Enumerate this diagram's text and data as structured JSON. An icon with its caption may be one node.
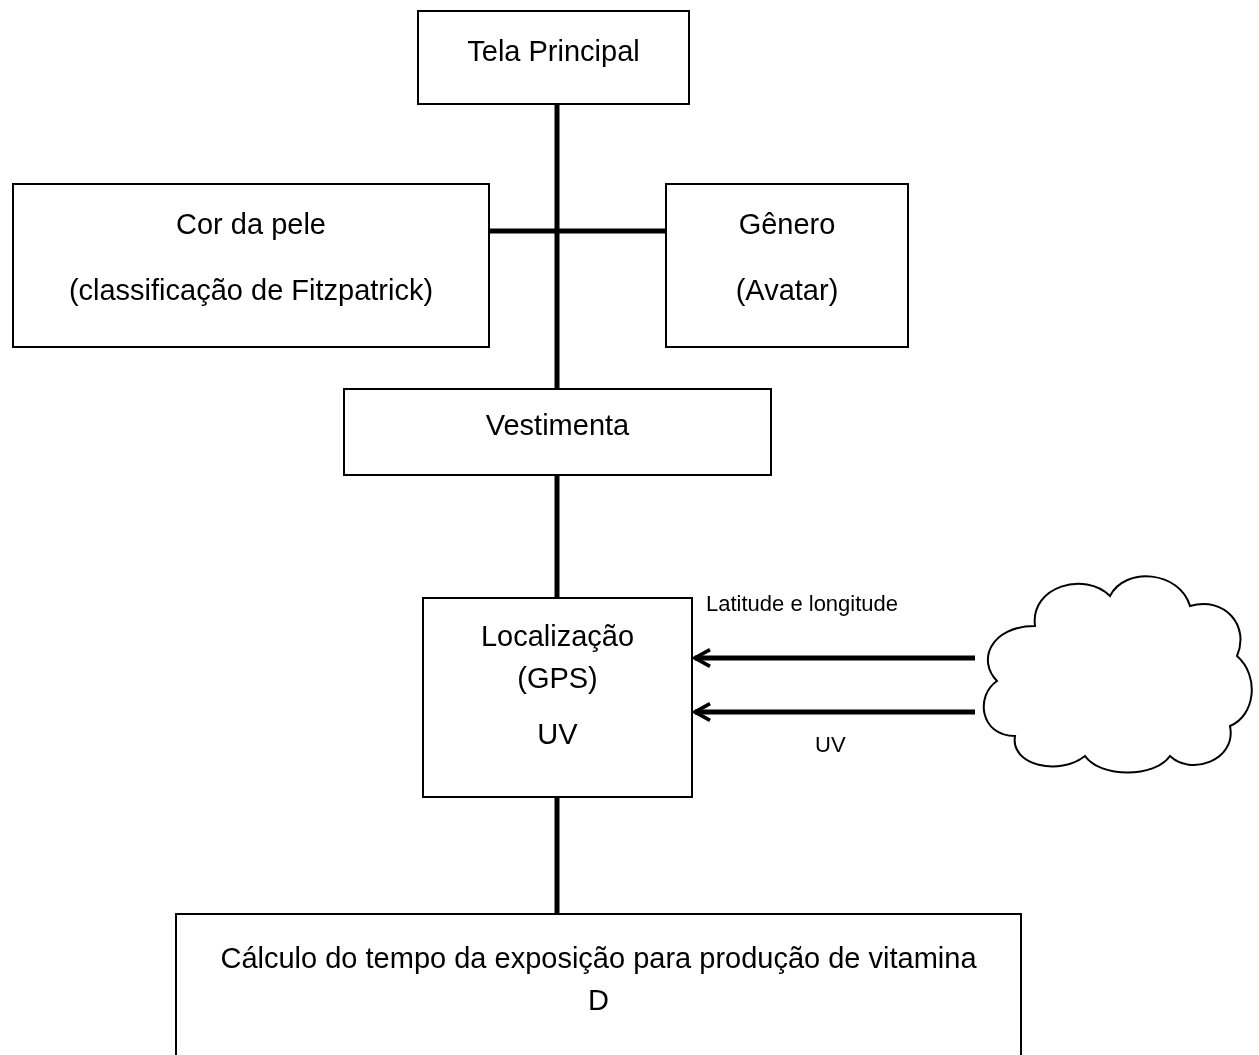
{
  "diagram": {
    "nodes": [
      {
        "text": [
          "Tela Principal"
        ]
      },
      {
        "text": [
          "Cor da pele",
          "(classificação de Fitzpatrick)"
        ]
      },
      {
        "text": [
          "Gênero",
          "(Avatar)"
        ]
      },
      {
        "text": [
          "Vestimenta"
        ]
      },
      {
        "text": [
          "Localização (GPS)",
          "UV"
        ]
      },
      {
        "text": [
          "Cálculo do tempo da exposição para produção de vitamina D"
        ]
      },
      {
        "text": [],
        "shape": "cloud"
      }
    ],
    "edges": [
      {
        "from": 0,
        "to": 3,
        "arrow": "none"
      },
      {
        "from": 1,
        "to": 2,
        "arrow": "none"
      },
      {
        "from": 3,
        "to": 4,
        "arrow": "none"
      },
      {
        "from": 4,
        "to": 5,
        "arrow": "none"
      },
      {
        "from": 6,
        "to": 4,
        "arrow": "to",
        "label": "Latitude e longitude"
      },
      {
        "from": 6,
        "to": 4,
        "arrow": "to",
        "label": "UV"
      }
    ]
  }
}
